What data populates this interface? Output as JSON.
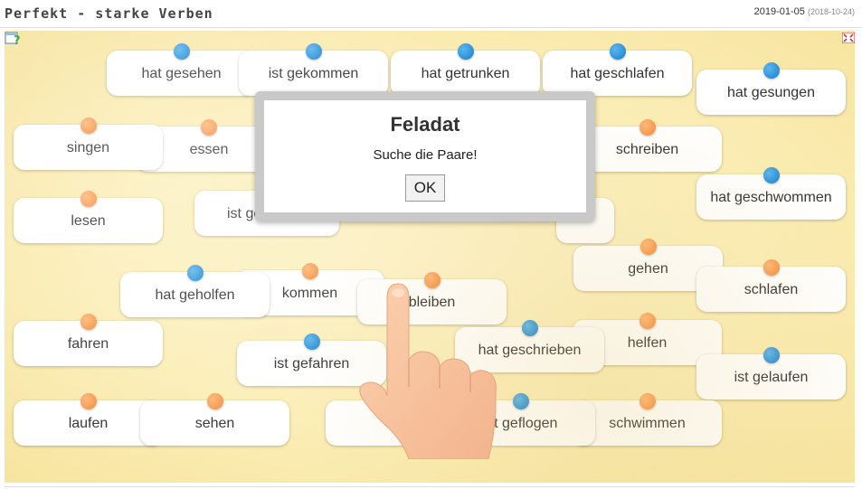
{
  "header": {
    "title": "Perfekt - starke Verben",
    "date": "2019-01-05",
    "created": "(2018-10-24)"
  },
  "board": {
    "background_color": "#fbeeb6",
    "pin_blue": "#2b8fd6",
    "pin_orange": "#f7964a",
    "cards": [
      {
        "text": "hat gesehen",
        "pin": "blue"
      },
      {
        "text": "ist gekommen",
        "pin": "blue"
      },
      {
        "text": "hat getrunken",
        "pin": "blue"
      },
      {
        "text": "hat geschlafen",
        "pin": "blue"
      },
      {
        "text": "hat gesungen",
        "pin": "blue"
      },
      {
        "text": "singen",
        "pin": "orange"
      },
      {
        "text": "essen",
        "pin": "orange"
      },
      {
        "text": "schreiben",
        "pin": "orange"
      },
      {
        "text": "hat geschwommen",
        "pin": "blue"
      },
      {
        "text": "lesen",
        "pin": "orange"
      },
      {
        "text": "ist ge",
        "pin": "none"
      },
      {
        "text": "gehen",
        "pin": "orange"
      },
      {
        "text": "schlafen",
        "pin": "orange"
      },
      {
        "text": "hat geholfen",
        "pin": "blue"
      },
      {
        "text": "kommen",
        "pin": "orange"
      },
      {
        "text": "bleiben",
        "pin": "orange"
      },
      {
        "text": "fahren",
        "pin": "orange"
      },
      {
        "text": "ist gefahren",
        "pin": "blue"
      },
      {
        "text": "hat geschrieben",
        "pin": "blue"
      },
      {
        "text": "helfen",
        "pin": "orange"
      },
      {
        "text": "ist gelaufen",
        "pin": "blue"
      },
      {
        "text": "laufen",
        "pin": "orange"
      },
      {
        "text": "sehen",
        "pin": "orange"
      },
      {
        "text": "",
        "pin": "none"
      },
      {
        "text": "ist geflogen",
        "pin": "blue"
      },
      {
        "text": "schwimmen",
        "pin": "orange"
      }
    ]
  },
  "dialog": {
    "title": "Feladat",
    "message": "Suche die Paare!",
    "ok_label": "OK"
  },
  "icons": {
    "help": "help-question-icon",
    "fullscreen": "fullscreen-icon",
    "hand": "pointing-hand-icon"
  }
}
